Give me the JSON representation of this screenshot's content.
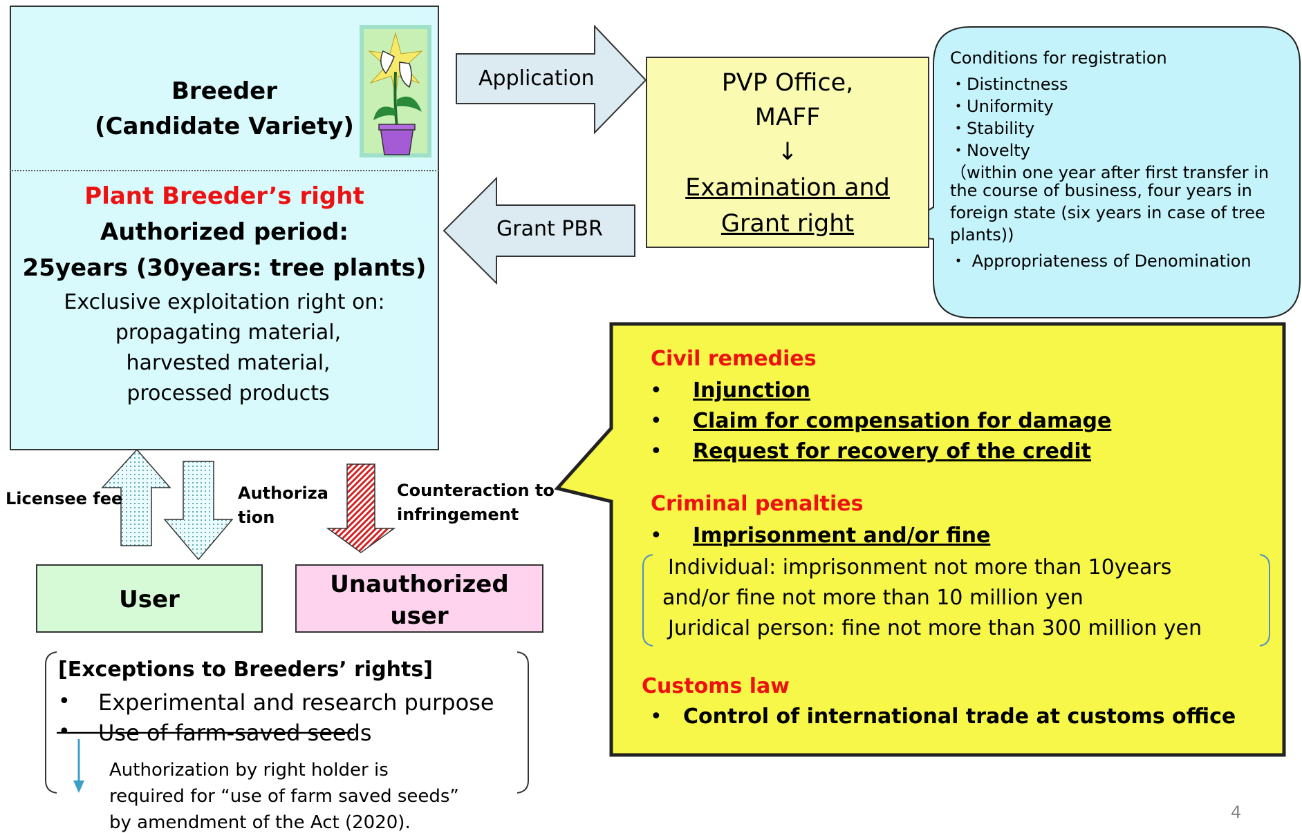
{
  "breeder": {
    "title_line1": "Breeder",
    "title_line2": "(Candidate Variety)",
    "right_title": "Plant Breeder’s right",
    "period_line1": "Authorized period:",
    "period_line2": "25years (30years: tree plants)",
    "exclusive": "Exclusive exploitation right on:",
    "materials": [
      "propagating material,",
      "harvested material,",
      "processed products"
    ]
  },
  "arrows": {
    "application": "Application",
    "grant": "Grant PBR",
    "licensee_fee": "Licensee fee",
    "authorization_1": "Authoriza",
    "authorization_2": "tion",
    "counteraction_1": "Counteraction to",
    "counteraction_2": "infringement"
  },
  "pvp": {
    "line1": "PVP Office,",
    "line2": "MAFF",
    "arrow": "↓",
    "line3": "Examination and",
    "line4": "Grant right"
  },
  "conditions": {
    "title": "Conditions for registration",
    "items": [
      "・Distinctness",
      "・Uniformity",
      "・Stability",
      "・Novelty"
    ],
    "novelty_note": [
      "（within one year after first transfer in",
      "the course of business, four years in",
      "foreign state (six years in case of tree",
      "plants))"
    ],
    "denomination": "・ Appropriateness of Denomination"
  },
  "users": {
    "user": "User",
    "unauth_line1": "Unauthorized",
    "unauth_line2": "user"
  },
  "exceptions": {
    "title": "[Exceptions to Breeders’ rights]",
    "bullet": "•",
    "item1": "Experimental and research purpose",
    "item2": "Use of farm-saved seeds",
    "note": [
      "Authorization by right holder is",
      "required for “use of farm saved seeds”",
      "by amendment of the Act (2020)."
    ]
  },
  "remedies": {
    "bullet": "•",
    "civil_title": "Civil remedies",
    "civil_items": [
      "Injunction",
      "Claim for compensation for damage",
      "Request for recovery of the credit"
    ],
    "criminal_title": "Criminal penalties",
    "criminal_item": "Imprisonment and/or fine",
    "criminal_details": [
      "Individual: imprisonment not more than 10years",
      "and/or fine not more than 10 million yen",
      "Juridical  person: fine not more than 300 million yen"
    ],
    "customs_title": "Customs law",
    "customs_item": "Control of international trade at customs office"
  },
  "page_number": "4",
  "colors": {
    "breeder_fill": "#d9fafd",
    "pvp_fill": "#fafbb0",
    "remedies_fill": "#f7f74a",
    "conditions_fill": "#c4f3fb",
    "user_fill": "#d6fad6",
    "unauth_fill": "#fdd3ee",
    "red_heading": "#ee1111"
  }
}
